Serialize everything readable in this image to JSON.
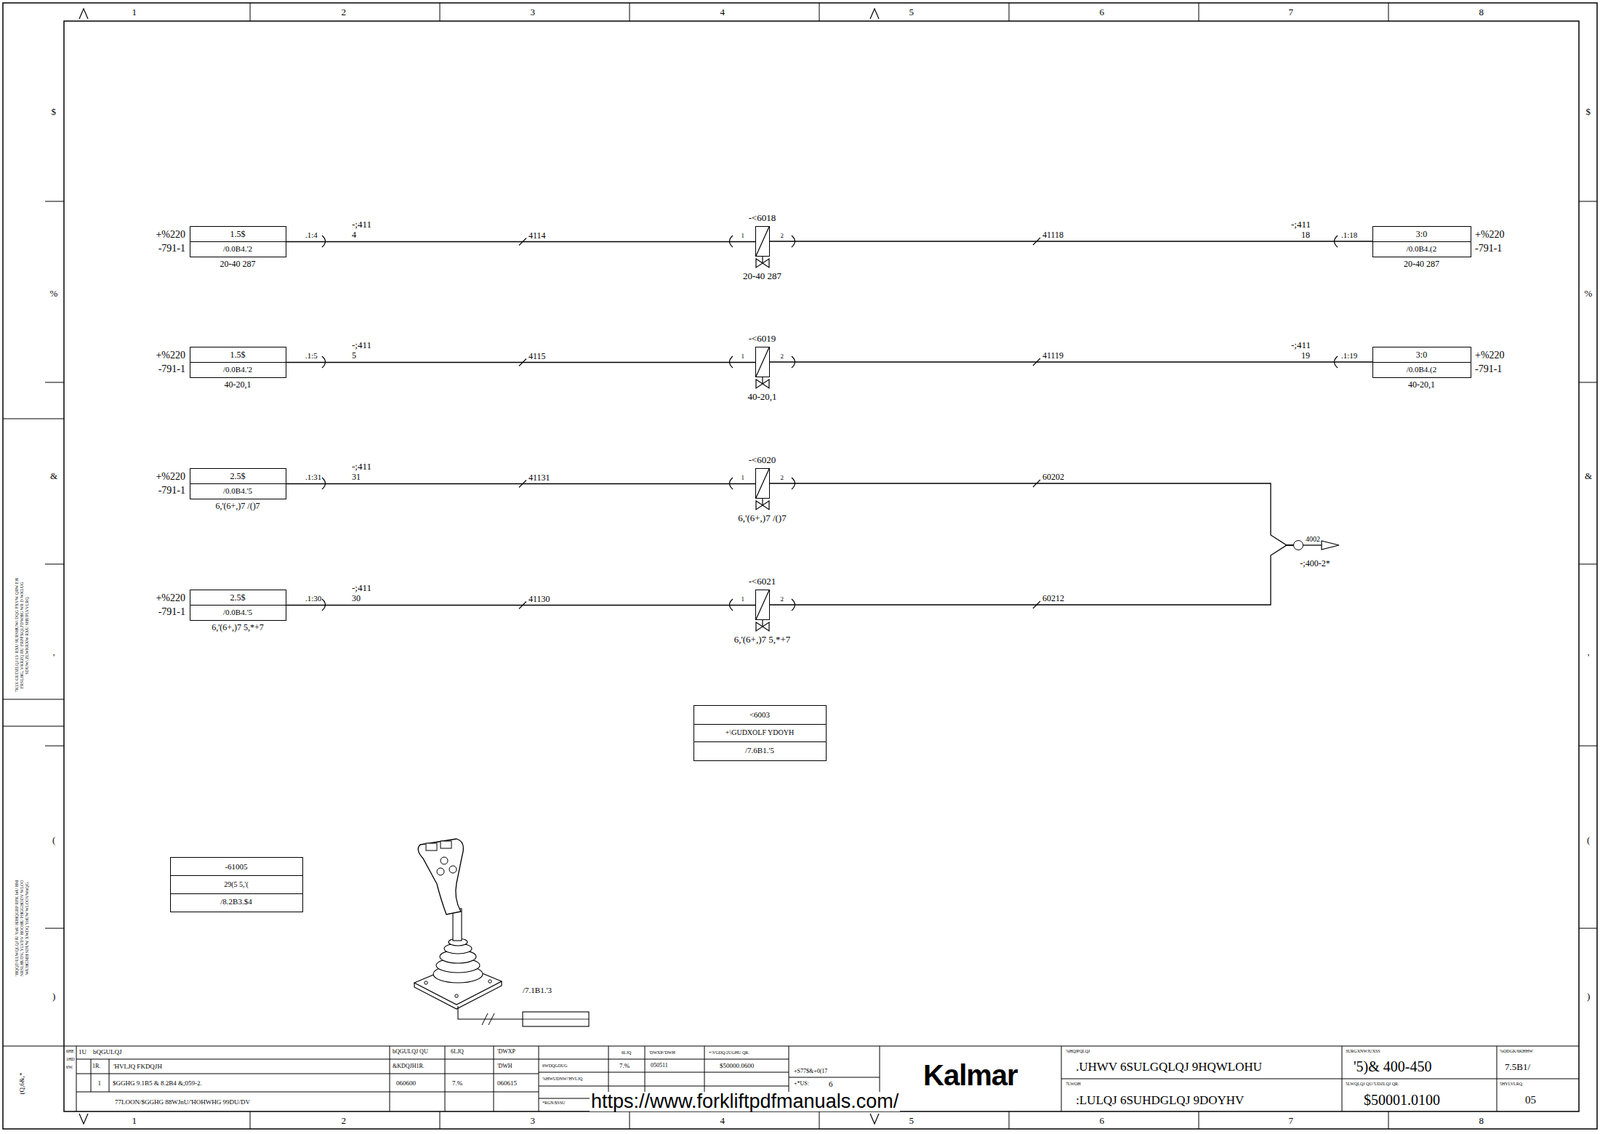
{
  "diagram": {
    "nodes": [
      {
        "text": [
          "+%220",
          "-791-1",
          "1.5$",
          "/0.0B4.'2",
          "20-40 287"
        ]
      },
      {
        "text": [
          "-<6018",
          "20-40 287"
        ]
      },
      {
        "text": [
          "3:0",
          "/0.0B4.(2",
          "+%220",
          "-791-1",
          "20-40 287"
        ]
      },
      {
        "text": [
          "+%220",
          "-791-1",
          "1.5$",
          "/0.0B4.'2",
          "40-20,1"
        ]
      },
      {
        "text": [
          "-<6019",
          "40-20,1"
        ]
      },
      {
        "text": [
          "3:0",
          "/0.0B4.(2",
          "+%220",
          "-791-1",
          "40-20,1"
        ]
      },
      {
        "text": [
          "+%220",
          "-791-1",
          "2.5$",
          "/0.0B4.'5",
          "6,'(6+,)7 /()7"
        ]
      },
      {
        "text": [
          "-<6020",
          "6,'(6+,)7 /()7"
        ]
      },
      {
        "text": [
          "+%220",
          "-791-1",
          "2.5$",
          "/0.0B4.'5",
          "6,'(6+,)7 5,*+7"
        ]
      },
      {
        "text": [
          "-<6021",
          "6,'(6+,)7 5,*+7"
        ]
      },
      {
        "text": [
          "4002",
          "-;400-2*"
        ]
      },
      {
        "text": [
          "<6003",
          "+\\GUDXOLF YDOYH",
          "/7.6B1.'5"
        ]
      },
      {
        "text": [
          "-61005",
          "29(5 5,'(",
          "/8.2B3.$4"
        ]
      }
    ],
    "edges": [
      {
        "from": 0,
        "to": 1,
        "arrow": "none",
        "label": "4114"
      },
      {
        "from": 1,
        "to": 2,
        "arrow": "none",
        "label": "41118"
      },
      {
        "from": 3,
        "to": 4,
        "arrow": "none",
        "label": "4115"
      },
      {
        "from": 4,
        "to": 5,
        "arrow": "none",
        "label": "41119"
      },
      {
        "from": 6,
        "to": 7,
        "arrow": "none",
        "label": "41131"
      },
      {
        "from": 7,
        "to": 10,
        "arrow": "none",
        "label": "60202"
      },
      {
        "from": 8,
        "to": 9,
        "arrow": "none",
        "label": "41130"
      },
      {
        "from": 9,
        "to": 10,
        "arrow": "none",
        "label": "60212"
      }
    ],
    "labels": [
      ".1:4",
      "-;411",
      "4",
      "1",
      "2",
      "-;411",
      "18",
      ".1:18",
      ".1:5",
      "-;411",
      "5",
      "1",
      "2",
      "-;411",
      "19",
      ".1:19",
      ".1:31",
      "-;411",
      "31",
      "1",
      "2",
      ".1:30",
      "-;411",
      "30",
      "1",
      "2",
      "1",
      "2",
      "3",
      "4",
      "5",
      "6",
      "7",
      "8",
      "1",
      "2",
      "3",
      "4",
      "5",
      "6",
      "7",
      "8",
      "$",
      "%",
      "&",
      "'",
      "(",
      ")",
      "$",
      "%",
      "&",
      "'",
      "(",
      ")",
      "/7.1B1.'3",
      "7KLV GUDZLQJ LV RXU SURSHUW\\ DQG PXVW QRW EH FRSLHG, VKRZQ RU FRPPXQLFDWHG WR D WKLUG SDUW\\ ZLWKRXW RXU SHUPLVVLRQ.",
      "'HQQD ULWQLQJ lU YnU HJHQGRP RFK InU HM NRSLHUDV, YLVDV HOOHU PHGGHODV WLOO WUHGMH SDUW XWDQ YnUW WLOOVWnQG.",
      "(Q,6&,*",
      "6HE",
      "1HD",
      "6W.",
      "1U",
      "bQGULQJ",
      "1R.",
      "'HVLJQ FKDQJH",
      "1",
      "$GGHG 9.1B5 & 8.2B4 &;059-2.",
      "77LOON/$GGHG 88WJnU/'HOHWHG 99DU/DV",
      "bQGULQJ QU",
      "&KDQJH1R.",
      "060600",
      "6LJQ",
      "7.%",
      "'DWXP",
      "'DWH",
      "060615",
      "6LJQ",
      "'DWXP/'DWH",
      "+\\VGDQ/2UGHU QR.",
      "6WDQGDUG",
      "7.%",
      "050511",
      "$50000.0600",
      "%HWUDNW/'HVLJQ",
      "*RGN/$SSU",
      "+S77$&+0(17",
      "+*US:",
      "6",
      "Kalmar",
      "%HQlPQLQJ",
      ".UHWV 6SULGQLQJ 9HQWLOHU",
      "7LWOH",
      ":LULQJ 6SUHDGLQJ 9DOYHV",
      "3URGXNWJUXSS",
      "'5)& 400-450",
      "5LWQLQJ QU/'UDZLQJ QR.",
      "$50001.0100",
      "%ODGK/6KHHW",
      "7.5B1/",
      "5HYLVLRQ",
      "05",
      "https://www.forkliftpdfmanuals.com/"
    ]
  }
}
